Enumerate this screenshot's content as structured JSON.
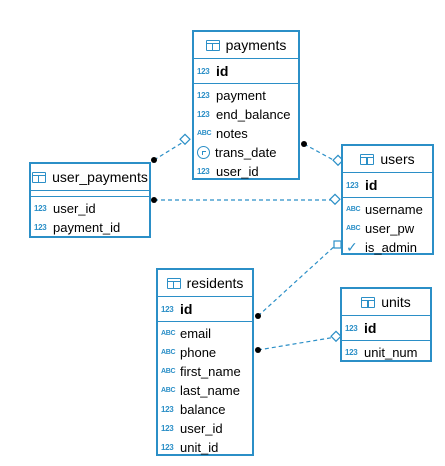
{
  "tables": {
    "payments": {
      "title": "payments",
      "pk": {
        "type": "123",
        "name": "id"
      },
      "columns": [
        {
          "type": "123",
          "name": "payment"
        },
        {
          "type": "123",
          "name": "end_balance"
        },
        {
          "type": "ABC",
          "name": "notes"
        },
        {
          "type": "date-icon",
          "name": "trans_date"
        },
        {
          "type": "123",
          "name": "user_id"
        }
      ]
    },
    "users": {
      "title": "users",
      "pk": {
        "type": "123",
        "name": "id"
      },
      "columns": [
        {
          "type": "ABC",
          "name": "username"
        },
        {
          "type": "ABC",
          "name": "user_pw"
        },
        {
          "type": "checkmark-icon",
          "name": "is_admin"
        }
      ]
    },
    "user_payments": {
      "title": "user_payments",
      "columns": [
        {
          "type": "123",
          "name": "user_id"
        },
        {
          "type": "123",
          "name": "payment_id"
        }
      ]
    },
    "residents": {
      "title": "residents",
      "pk": {
        "type": "123",
        "name": "id"
      },
      "columns": [
        {
          "type": "ABC",
          "name": "email"
        },
        {
          "type": "ABC",
          "name": "phone"
        },
        {
          "type": "ABC",
          "name": "first_name"
        },
        {
          "type": "ABC",
          "name": "last_name"
        },
        {
          "type": "123",
          "name": "balance"
        },
        {
          "type": "123",
          "name": "user_id"
        },
        {
          "type": "123",
          "name": "unit_id"
        }
      ]
    },
    "units": {
      "title": "units",
      "pk": {
        "type": "123",
        "name": "id"
      },
      "columns": [
        {
          "type": "123",
          "name": "unit_num"
        }
      ]
    }
  },
  "relationships": [
    {
      "from": "user_payments",
      "to": "payments"
    },
    {
      "from": "payments",
      "to": "users"
    },
    {
      "from": "user_payments",
      "to": "users"
    },
    {
      "from": "residents",
      "to": "users"
    },
    {
      "from": "residents",
      "to": "units"
    }
  ],
  "colors": {
    "accent": "#2b8fc7",
    "background": "#ffffff",
    "text": "#000000"
  }
}
